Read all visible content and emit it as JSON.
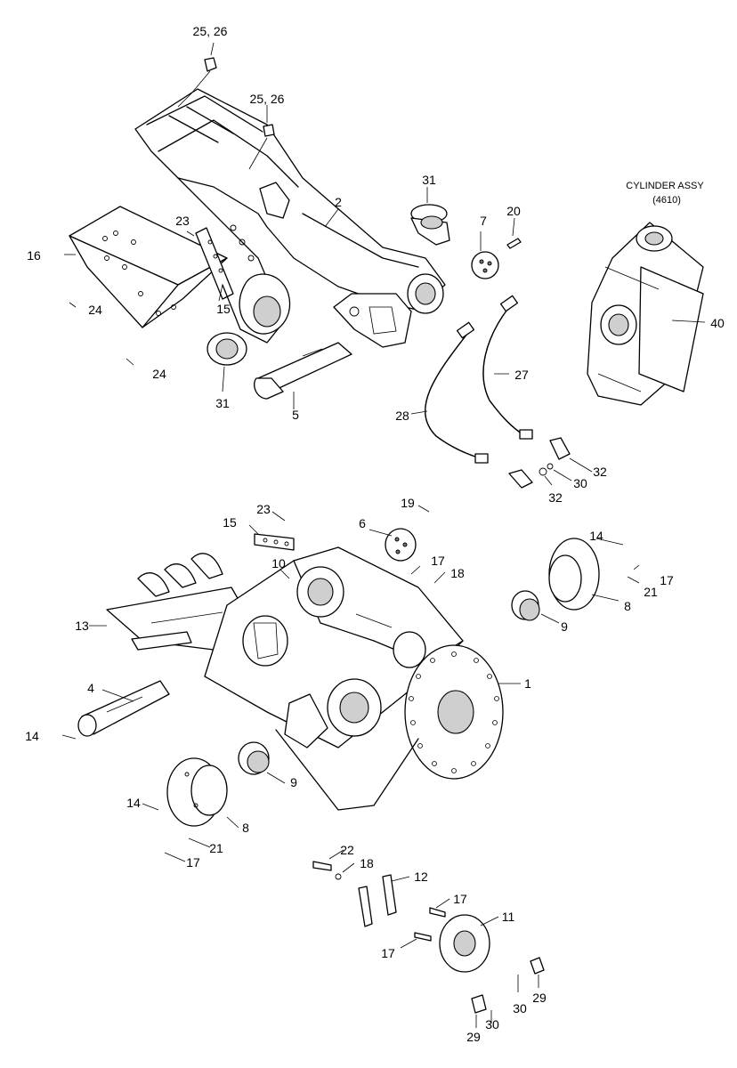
{
  "diagram": {
    "cylinder_title": "CYLINDER ASSY",
    "cylinder_code": "(4610)"
  },
  "callouts": {
    "c1": "1",
    "c2": "2",
    "c4": "4",
    "c5": "5",
    "c6": "6",
    "c7": "7",
    "c8a": "8",
    "c8b": "8",
    "c9a": "9",
    "c9b": "9",
    "c10": "10",
    "c11": "11",
    "c12": "12",
    "c13": "13",
    "c14a": "14",
    "c14b": "14",
    "c14c": "14",
    "c15a": "15",
    "c15b": "15",
    "c16": "16",
    "c17a": "17",
    "c17b": "17",
    "c17c": "17",
    "c17d": "17",
    "c17e": "17",
    "c18a": "18",
    "c18b": "18",
    "c19": "19",
    "c20": "20",
    "c21a": "21",
    "c21b": "21",
    "c22": "22",
    "c23a": "23",
    "c23b": "23",
    "c24a": "24",
    "c24b": "24",
    "c2526a": "25, 26",
    "c2526b": "25, 26",
    "c27": "27",
    "c28": "28",
    "c29a": "29",
    "c29b": "29",
    "c30a": "30",
    "c30b": "30",
    "c30c": "30",
    "c31a": "31",
    "c31b": "31",
    "c32a": "32",
    "c32b": "32",
    "c40": "40"
  }
}
